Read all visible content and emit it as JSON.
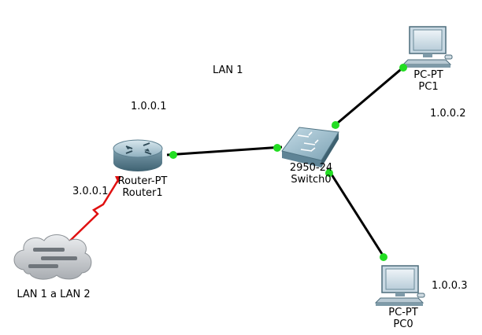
{
  "colors": {
    "link_ethernet": "#000000",
    "link_serial": "#e01010",
    "port_up": "#22dd22",
    "port_down": "#e01010"
  },
  "network_label": "LAN 1",
  "devices": {
    "router": {
      "model": "Router-PT",
      "name": "Router1",
      "icon": "router-icon"
    },
    "switch": {
      "model": "2950-24",
      "name": "Switch0",
      "icon": "switch-icon"
    },
    "pc1": {
      "model": "PC-PT",
      "name": "PC1",
      "icon": "pc-icon"
    },
    "pc0": {
      "model": "PC-PT",
      "name": "PC0",
      "icon": "pc-icon"
    },
    "cloud": {
      "name": "LAN 1 a LAN 2",
      "icon": "cloud-icon"
    }
  },
  "addresses": {
    "router_lan": "1.0.0.1",
    "router_wan": "3.0.0.1",
    "pc1": "1.0.0.2",
    "pc0": "1.0.0.3"
  },
  "links": [
    {
      "from": "Router1",
      "to": "Switch0",
      "type": "ethernet",
      "status": "up"
    },
    {
      "from": "Switch0",
      "to": "PC1",
      "type": "ethernet",
      "status": "up"
    },
    {
      "from": "Switch0",
      "to": "PC0",
      "type": "ethernet",
      "status": "up"
    },
    {
      "from": "Router1",
      "to": "LAN 1 a LAN 2",
      "type": "serial",
      "status": "down"
    }
  ]
}
